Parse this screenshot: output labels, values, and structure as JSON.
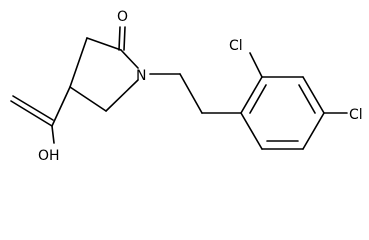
{
  "structure": {
    "labels": {
      "oxo": "O",
      "nitrogen": "N",
      "chlorine_ortho": "Cl",
      "chlorine_para": "Cl",
      "hydroxyl": "OH"
    },
    "colors": {
      "bond": "#000000",
      "label": "#000000",
      "background": "#ffffff"
    }
  }
}
